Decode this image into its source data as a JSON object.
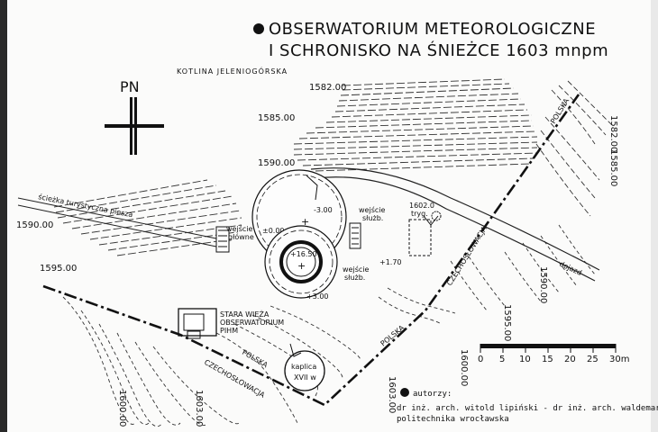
{
  "title": {
    "line1": "OBSERWATORIUM METEOROLOGICZNE",
    "line2": "I SCHRONISKO NA ŚNIEŻCE 1603 mnpm"
  },
  "north": {
    "label": "PN"
  },
  "region_label": "KOTLINA JELENIOGÓRSKA",
  "elevation_labels": [
    "1582.00",
    "1585.00",
    "1590.00",
    "1590.00",
    "1595.00",
    "1582.00",
    "1585.00",
    "1590.00",
    "1595.00",
    "1600.00",
    "1603.00",
    "1600.00",
    "1603.00"
  ],
  "labels": {
    "trail": "ścieżka turystyczna piesza",
    "main_entrance_1": "wejście",
    "main_entrance_2": "główne",
    "service_entrance_a1": "wejście",
    "service_entrance_a2": "służb.",
    "service_entrance_b1": "wejście",
    "service_entrance_b2": "służb.",
    "upper_disc_level": "-3.00",
    "upper_disc_zero": "±0.00",
    "lower_disc_top": "+16.50",
    "lower_disc_bottom": "+3.00",
    "side_level": "+1.70",
    "summit_point_1": "1602.0",
    "summit_point_2": "tryg.",
    "access_road": "dojazd",
    "old_tower_1": "STARA WIEŻA",
    "old_tower_2": "OBSERWATORIUM",
    "old_tower_3": "PIHM",
    "chapel_1": "kaplica",
    "chapel_2": "XVII w",
    "border_polska_upper": "POLSKA",
    "border_czecho_upper": "CZECHOSŁOWACJA",
    "border_polska_mid": "POLSKA",
    "border_polska_lower": "POLSKA",
    "border_czecho_lower": "CZECHOSŁOWACJA"
  },
  "scale_bar": {
    "ticks": [
      "0",
      "5",
      "10",
      "15",
      "20",
      "25",
      "30m"
    ]
  },
  "authors": {
    "heading": "autorzy:",
    "line1": "dr inż. arch. witold lipiński - dr inż. arch. waldemar wawrzyniak",
    "line2": "politechnika wrocławska"
  }
}
